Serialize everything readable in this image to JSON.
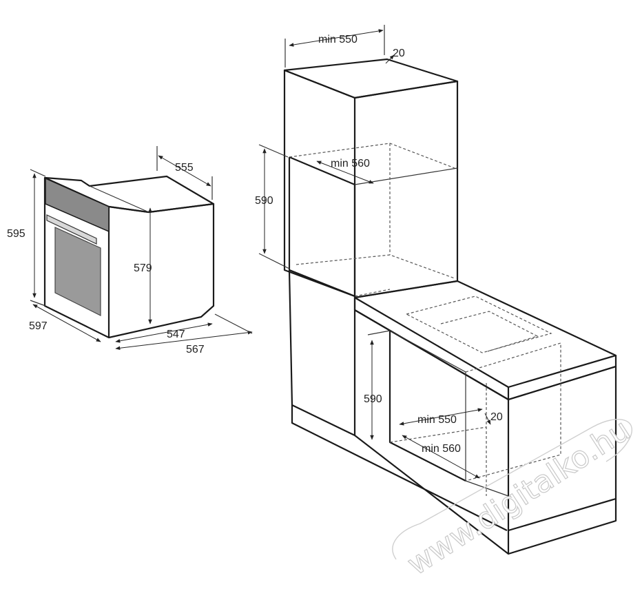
{
  "oven": {
    "dims": {
      "height": "595",
      "width": "597",
      "depth_top": "555",
      "inner_height": "579",
      "depth_547": "547",
      "depth_567": "567"
    }
  },
  "tall_cabinet": {
    "dims": {
      "min_width": "min 550",
      "gap": "20",
      "min_depth": "min 560",
      "niche_height": "590"
    }
  },
  "base_cabinet": {
    "dims": {
      "niche_height": "590",
      "min_width": "min 550",
      "gap": "20",
      "min_depth": "min 560"
    }
  },
  "watermark": "www.digitalko.hu"
}
